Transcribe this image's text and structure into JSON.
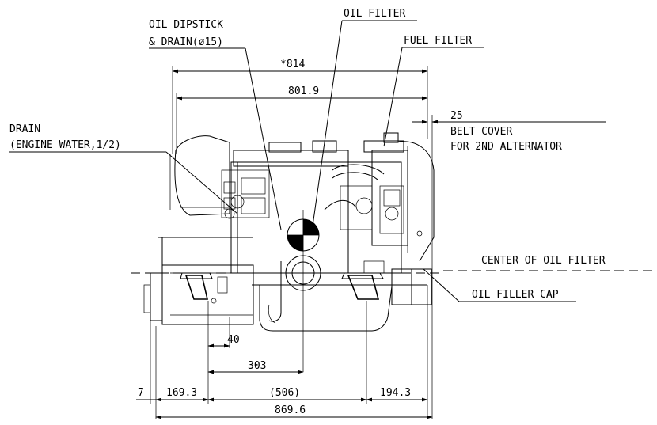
{
  "labels": {
    "oil_dipstick_line1": "OIL DIPSTICK",
    "oil_dipstick_line2": "& DRAIN(ø15)",
    "oil_filter": "OIL FILTER",
    "fuel_filter": "FUEL FILTER",
    "drain_line1": "DRAIN",
    "drain_line2": "(ENGINE WATER,1/2)",
    "belt_cover_value": "25",
    "belt_cover_line1": "BELT COVER",
    "belt_cover_line2": "FOR 2ND ALTERNATOR",
    "center_oil_filter": "CENTER OF OIL FILTER",
    "oil_filler_cap": "OIL FILLER CAP"
  },
  "dimensions": {
    "d814": "*814",
    "d801": "801.9",
    "d40": "40",
    "d303": "303",
    "d7": "7",
    "d169": "169.3",
    "d506": "(506)",
    "d194": "194.3",
    "d869": "869.6"
  }
}
